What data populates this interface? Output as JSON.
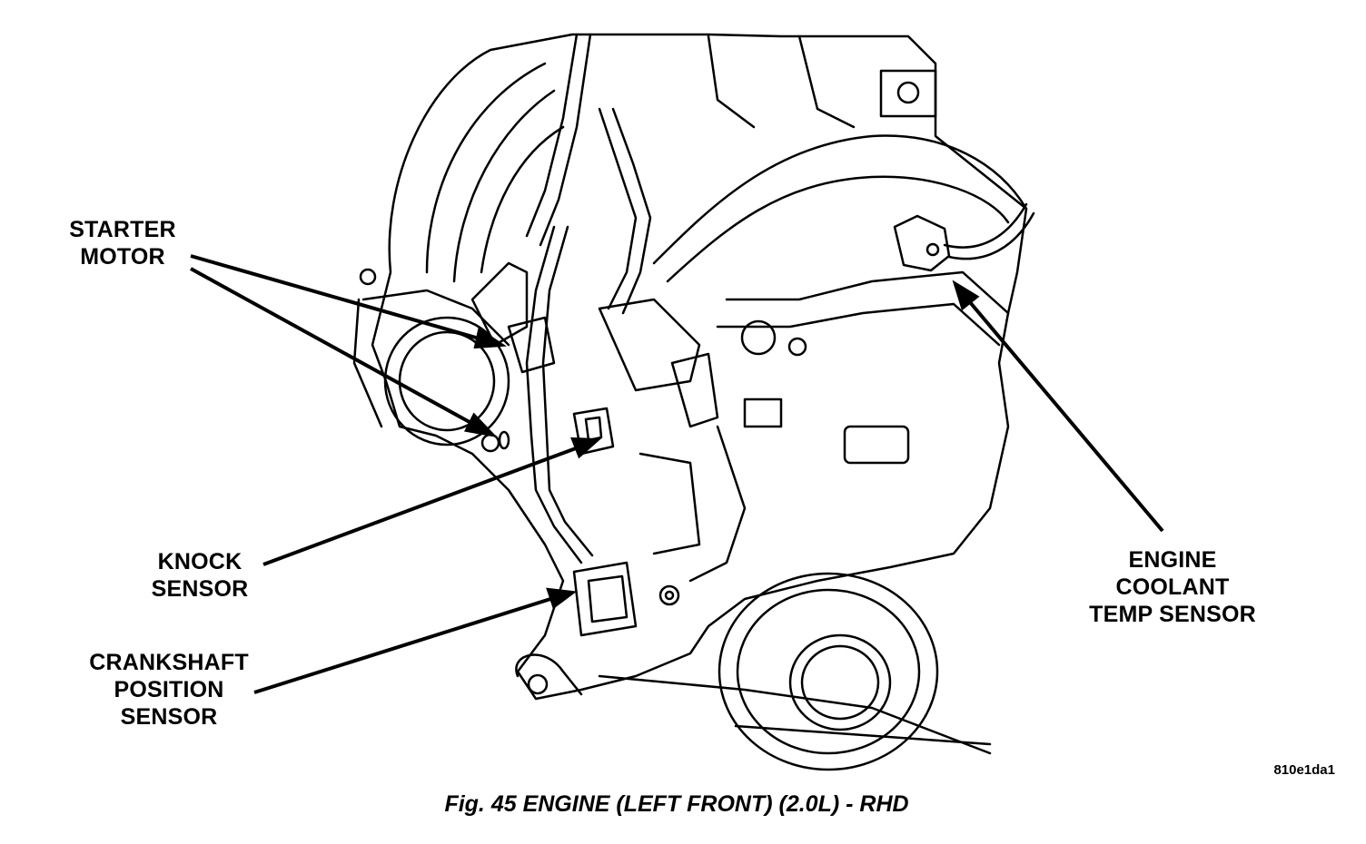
{
  "figure": {
    "caption": "Fig. 45 ENGINE (LEFT FRONT) (2.0L) - RHD",
    "reference_code": "810e1da1",
    "line_color": "#000000",
    "background_color": "#ffffff"
  },
  "callouts": {
    "starter_motor": [
      "STARTER",
      "MOTOR"
    ],
    "knock_sensor": [
      "KNOCK",
      "SENSOR"
    ],
    "crankshaft_position_sensor": [
      "CRANKSHAFT",
      "POSITION",
      "SENSOR"
    ],
    "engine_coolant_temp_sensor": [
      "ENGINE",
      "COOLANT",
      "TEMP SENSOR"
    ]
  }
}
